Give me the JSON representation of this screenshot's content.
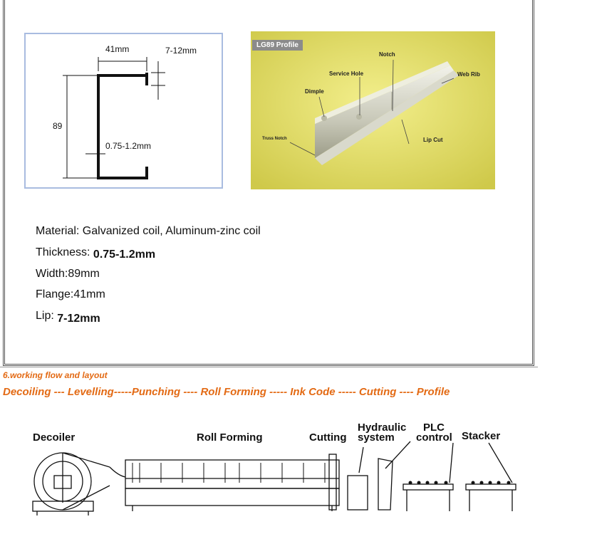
{
  "profile_drawing": {
    "flange": "41mm",
    "lip": "7-12mm",
    "width": "89",
    "thickness": "0.75-1.2mm"
  },
  "photo": {
    "title": "LG89 Profile",
    "labels": {
      "notch": "Notch",
      "service_hole": "Service Hole",
      "web_rib": "Web Rib",
      "dimple": "Dimple",
      "truss_notch": "Truss Notch",
      "lip_cut": "Lip Cut"
    }
  },
  "specs": {
    "material": "Material: Galvanized coil, Aluminum-zinc coil",
    "thickness_label": "Thickness:",
    "thickness_value": "0.75-1.2mm",
    "width": "Width:89mm",
    "flange": "Flange:41mm",
    "lip_label": "Lip:",
    "lip_value": "7-12mm"
  },
  "section": {
    "title": "6.working flow and layout",
    "flow": "Decoiling --- Levelling-----Punching ---- Roll Forming ----- Ink Code ----- Cutting ---- Profile"
  },
  "layout_labels": {
    "decoiler": "Decoiler",
    "roll_forming": "Roll Forming",
    "cutting": "Cutting",
    "hydraulic": "Hydraulic",
    "system": "system",
    "plc": "PLC",
    "control": "control",
    "stacker": "Stacker"
  },
  "colors": {
    "accent": "#e36a14",
    "photo_bg": "#e8e46a",
    "box_border": "#a9bce0"
  }
}
